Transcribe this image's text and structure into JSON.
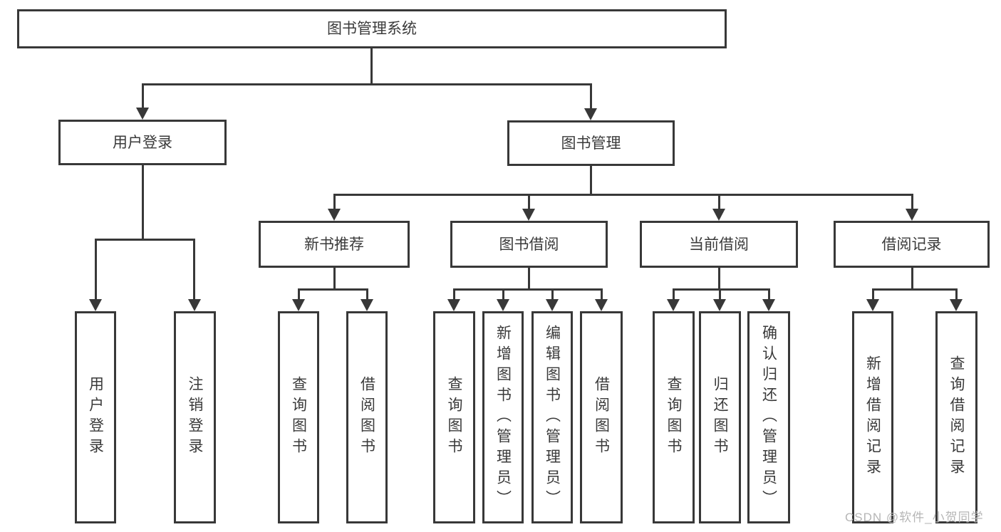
{
  "diagram": {
    "type": "hierarchy-tree",
    "colors": {
      "line": "#383838",
      "box_border": "#383838",
      "box_fill": "#ffffff",
      "text": "#3a3a3a",
      "watermark": "#b6b6b6",
      "background": "#ffffff"
    }
  },
  "hierarchy": {
    "label": "图书管理系统",
    "children": [
      {
        "label": "用户登录",
        "children": [
          {
            "label": "用户登录"
          },
          {
            "label": "注销登录"
          }
        ]
      },
      {
        "label": "图书管理",
        "children": [
          {
            "label": "新书推荐",
            "children": [
              {
                "label": "查询图书"
              },
              {
                "label": "借阅图书"
              }
            ]
          },
          {
            "label": "图书借阅",
            "children": [
              {
                "label": "查询图书"
              },
              {
                "label": "新增图书（管理员）"
              },
              {
                "label": "编辑图书（管理员）"
              },
              {
                "label": "借阅图书"
              }
            ]
          },
          {
            "label": "当前借阅",
            "children": [
              {
                "label": "查询图书"
              },
              {
                "label": "归还图书"
              },
              {
                "label": "确认归还（管理员）"
              }
            ]
          },
          {
            "label": "借阅记录",
            "children": [
              {
                "label": "新增借阅记录"
              },
              {
                "label": "查询借阅记录"
              }
            ]
          }
        ]
      }
    ]
  },
  "watermark": {
    "text": "CSDN @软件_小贺同学"
  }
}
